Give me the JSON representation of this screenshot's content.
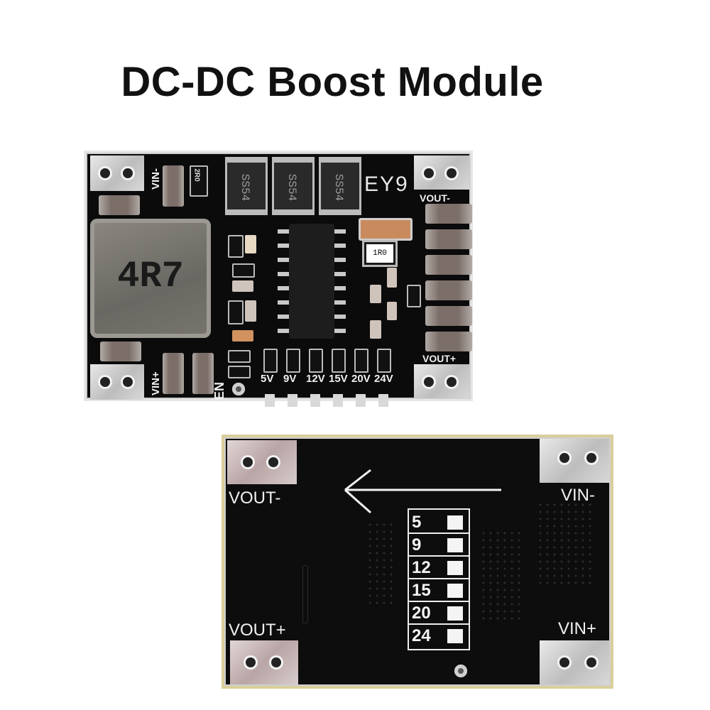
{
  "title": "DC-DC Boost Module",
  "top_board": {
    "labels": {
      "vin_minus": "VIN-",
      "vin_plus": "VIN+",
      "vout_minus": "VOUT-",
      "vout_plus": "VOUT+",
      "en": "EN",
      "brand": "EY9",
      "inductor": "4R7",
      "diode": "SS54",
      "resistor_top": "2R0",
      "resistor_mid": "1R0"
    },
    "voltages": [
      "5V",
      "9V",
      "12V",
      "15V",
      "20V",
      "24V"
    ]
  },
  "bottom_board": {
    "labels": {
      "vout_minus": "VOUT-",
      "vout_plus": "VOUT+",
      "vin_minus": "VIN-",
      "vin_plus": "VIN+"
    },
    "voltage_table": [
      "5",
      "9",
      "12",
      "15",
      "20",
      "24"
    ]
  },
  "colors": {
    "pcb": "#0b0b0c",
    "silkscreen": "#f1f1f1",
    "edge_top": "#e6e6e6",
    "edge_bottom": "#d9cf9a"
  }
}
